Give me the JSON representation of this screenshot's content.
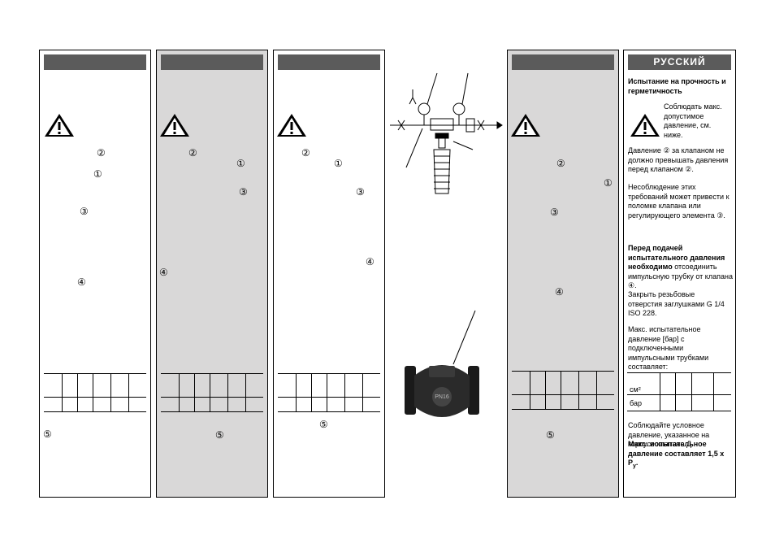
{
  "ru": {
    "header": "РУССКИЙ",
    "heading": "Испытание на прочность и герметичность",
    "warning_text": "Соблюдать макс. допустимое давление, см. ниже.",
    "para1_a": "Давление",
    "para1_b": "за клапаном не должно превышать давления перед клапаном",
    "para2": "Несоблюдение этих требований может привести к поломке клапана или регулирующего элемента",
    "para3_bold": "Перед подачей испытательного давления необходимо",
    "para3_rest": "отсоединить импульсную трубку от клапана",
    "para4": "Закрыть резьбовые отверстия заглушками G 1/4 ISO 228.",
    "para5": "Макс. испытательное давление [бар] с подключенными импульсными трубками составляет:",
    "table_row1": "см²",
    "table_row2": "бар",
    "para6": "Соблюдайте условное давление, указанное на корпусе клапана Д.",
    "para7_bold": "Макс. испытательное давление составляет 1,5 x P",
    "para7_sub": "у",
    "para7_end": "."
  },
  "markers": {
    "m1": "①",
    "m2": "②",
    "m3": "③",
    "m4": "④",
    "m5": "⑤"
  },
  "valve_marking": "PN16"
}
